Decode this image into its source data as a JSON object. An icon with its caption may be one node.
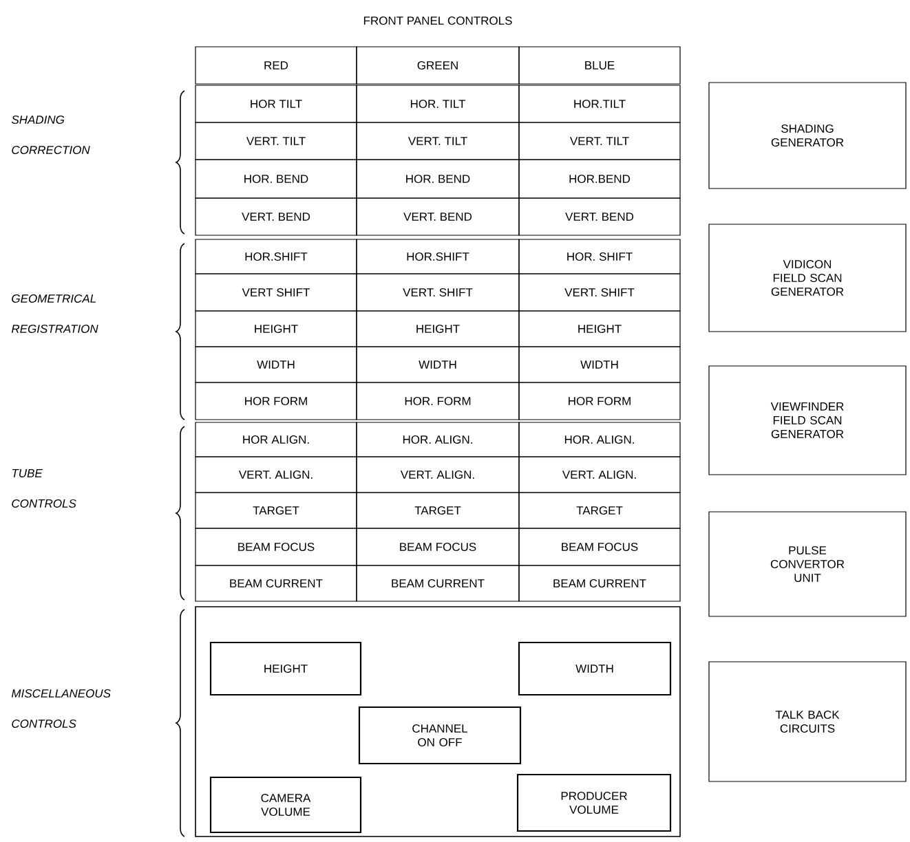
{
  "diagram": {
    "title": "FRONT PANEL CONTROLS",
    "nodes": [
      {
        "text": [],
        "shape": "box"
      },
      {
        "text": [
          "HEIGHT"
        ],
        "in": 0
      },
      {
        "text": [
          "WIDTH"
        ],
        "in": 0
      },
      {
        "text": [
          "CHANNEL ON OFF"
        ],
        "in": 0
      },
      {
        "text": [
          "CAMERA VOLUME"
        ],
        "in": 0
      },
      {
        "text": [
          "PRODUCER VOLUME"
        ],
        "in": 0
      },
      {
        "text": [
          "SHADING GENERATOR"
        ]
      },
      {
        "text": [
          "VIDICON FIELD SCAN GENERATOR"
        ]
      },
      {
        "text": [
          "VIEWFINDER FIELD SCAN GENERATOR"
        ]
      },
      {
        "text": [
          "PULSE CONVERTOR UNIT"
        ]
      },
      {
        "text": [
          "TALK BACK CIRCUITS"
        ]
      }
    ],
    "labels": [
      "RED",
      "GREEN",
      "BLUE",
      "HOR TILT",
      "HOR. TILT",
      "HOR.TILT",
      "VERT. TILT",
      "VERT. TILT",
      "VERT. TILT",
      "HOR. BEND",
      "HOR. BEND",
      "HOR.BEND",
      "VERT. BEND",
      "VERT. BEND",
      "VERT. BEND",
      "HOR.SHIFT",
      "HOR.SHIFT",
      "HOR. SHIFT",
      "VERT SHIFT",
      "VERT. SHIFT",
      "VERT. SHIFT",
      "HEIGHT",
      "HEIGHT",
      "HEIGHT",
      "WIDTH",
      "WIDTH",
      "WIDTH",
      "HOR FORM",
      "HOR. FORM",
      "HOR FORM",
      "HOR ALIGN.",
      "HOR. ALIGN.",
      "HOR. ALIGN.",
      "VERT. ALIGN.",
      "VERT. ALIGN.",
      "VERT. ALIGN.",
      "TARGET",
      "TARGET",
      "TARGET",
      "BEAM FOCUS",
      "BEAM FOCUS",
      "BEAM FOCUS",
      "BEAM CURRENT",
      "BEAM CURRENT",
      "BEAM CURRENT",
      "SHADING CORRECTION",
      "GEOMETRICAL REGISTRATION",
      "TUBE CONTROLS",
      "MISCELLANEOUS CONTROLS"
    ]
  }
}
